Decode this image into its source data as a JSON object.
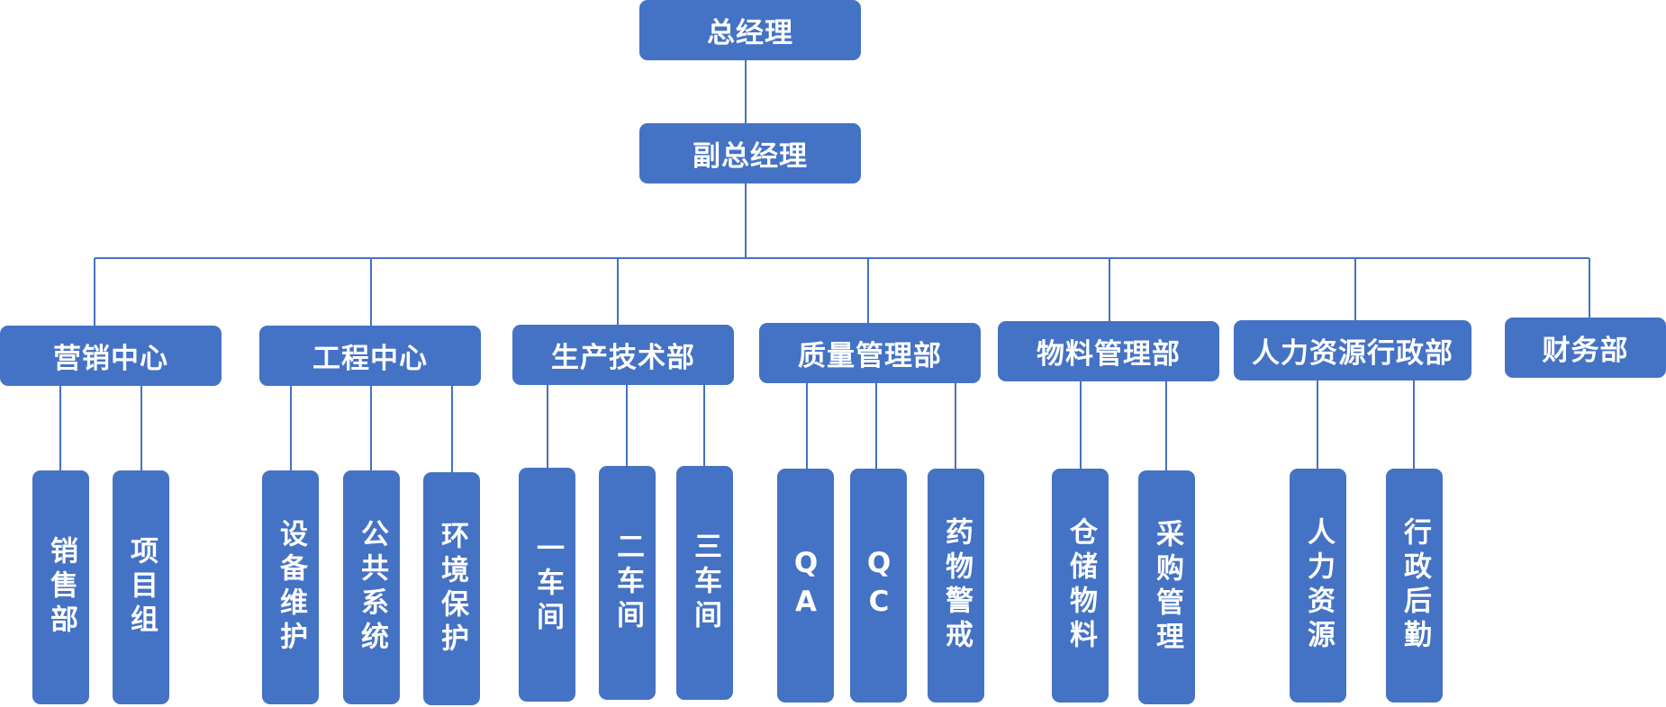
{
  "org_chart": {
    "top": "总经理",
    "deputy": "副总经理",
    "departments": [
      {
        "name": "营销中心",
        "subunits": [
          "销售部",
          "项目组"
        ]
      },
      {
        "name": "工程中心",
        "subunits": [
          "设备维护",
          "公共系统",
          "环境保护"
        ]
      },
      {
        "name": "生产技术部",
        "subunits": [
          "一车间",
          "二车间",
          "三车间"
        ]
      },
      {
        "name": "质量管理部",
        "subunits": [
          "QA",
          "QC",
          "药物警戒"
        ]
      },
      {
        "name": "物料管理部",
        "subunits": [
          "仓储物料",
          "采购管理"
        ]
      },
      {
        "name": "人力资源行政部",
        "subunits": [
          "人力资源",
          "行政后勤"
        ]
      },
      {
        "name": "财务部",
        "subunits": []
      }
    ]
  },
  "colors": {
    "box": "#4472c4",
    "line": "#4472c4",
    "text": "#ffffff"
  }
}
